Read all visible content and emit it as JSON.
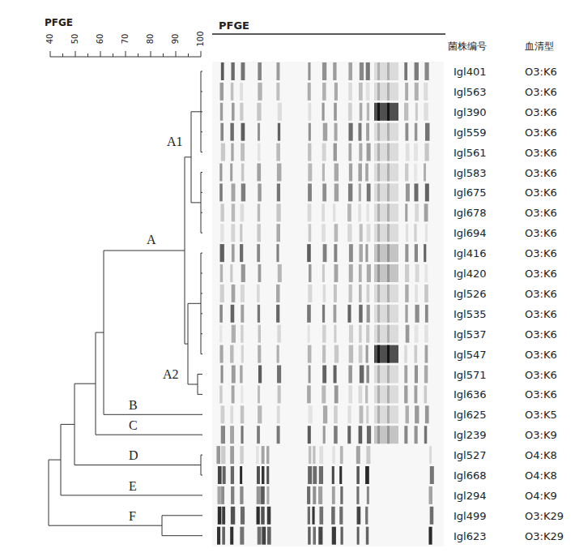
{
  "diagram": {
    "labels": [
      "PFGE",
      "40",
      "50",
      "60",
      "70",
      "80",
      "90",
      "100",
      "PFGE",
      "菌株编号",
      "血清型",
      "A1",
      "A",
      "A2",
      "B",
      "C",
      "D",
      "E",
      "F",
      "Igl401",
      "O3:K6",
      "Igl563",
      "O3:K6",
      "Igl390",
      "O3:K6",
      "Igl559",
      "O3:K6",
      "Igl561",
      "O3:K6",
      "Igl583",
      "O3:K6",
      "Igl675",
      "O3:K6",
      "Igl678",
      "O3:K6",
      "Igl694",
      "O3:K6",
      "Igl416",
      "O3:K6",
      "Igl420",
      "O3:K6",
      "Igl526",
      "O3:K6",
      "Igl535",
      "O3:K6",
      "Igl537",
      "O3:K6",
      "Igl547",
      "O3:K6",
      "Igl571",
      "O3:K6",
      "Igl636",
      "O3:K6",
      "Igl625",
      "O3:K5",
      "Igl239",
      "O3:K9",
      "Igl527",
      "O4:K8",
      "Igl668",
      "O4:K8",
      "Igl294",
      "O4:K9",
      "Igl499",
      "O3:K29",
      "Igl623",
      "O3:K29"
    ]
  }
}
